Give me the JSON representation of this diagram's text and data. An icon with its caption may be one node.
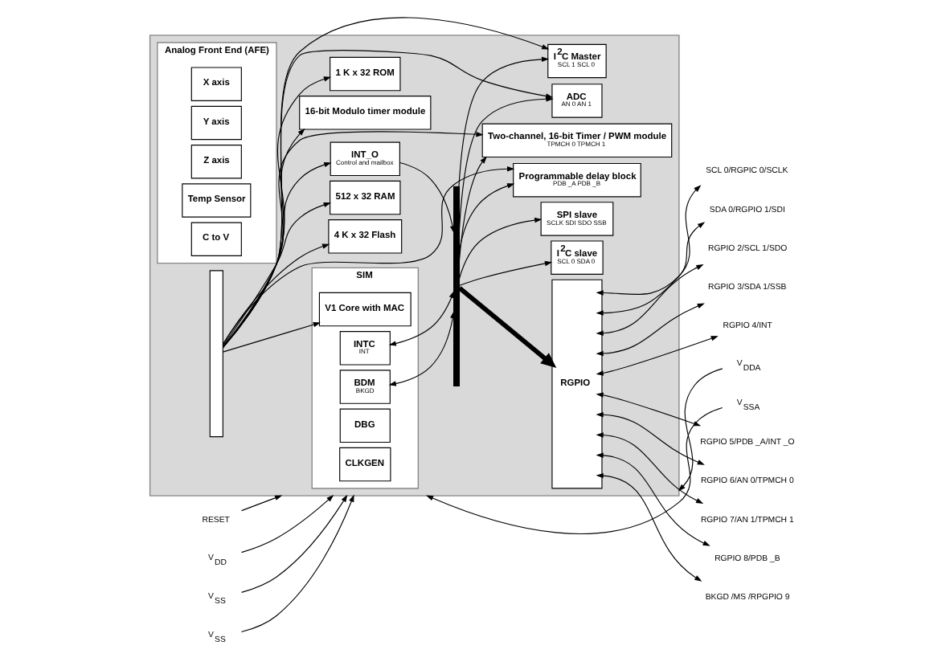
{
  "diagram": {
    "nodes": [
      {
        "text": [],
        "shape": "box"
      },
      {
        "text": [
          "SIM"
        ],
        "in": 0
      },
      {
        "text": [
          "CLKGEN"
        ],
        "in": 1
      },
      {
        "text": [
          "INTC",
          "INT"
        ],
        "in": 1
      },
      {
        "text": [
          "BDM",
          "BKGD"
        ],
        "in": 1
      },
      {
        "text": [
          "DBG"
        ],
        "in": 1
      },
      {
        "text": [
          "V1 Core with MAC"
        ],
        "in": 1
      },
      {
        "text": [
          "1 K x 32 ROM"
        ],
        "in": 0
      },
      {
        "text": [
          "4 K x 32 Flash"
        ],
        "in": 0
      },
      {
        "text": [
          "512 x 32 RAM"
        ],
        "in": 0
      },
      {
        "text": [
          "INT_O",
          "Control and mailbox"
        ],
        "in": 0
      },
      {
        "text": [
          "I$^{2}$C slave",
          "SCL 0 SDA 0"
        ],
        "in": 0
      },
      {
        "text": [
          "SPI slave",
          "SCLK SDI SDO SSB"
        ],
        "in": 0
      },
      {
        "text": [
          "Analog Front End (AFE)"
        ],
        "in": 0
      },
      {
        "text": [
          "X axis"
        ],
        "in": 13
      },
      {
        "text": [
          "Y axis"
        ],
        "in": 13
      },
      {
        "text": [
          "Z axis"
        ],
        "in": 13
      },
      {
        "text": [
          "Temp Sensor"
        ],
        "in": 13
      },
      {
        "text": [
          "C to V"
        ],
        "in": 13
      },
      {
        "text": [
          "ADC",
          "AN 0 AN 1"
        ],
        "in": 0
      },
      {
        "text": [
          "I$^{2}$C Master",
          "SCL 1 SCL 0"
        ],
        "in": 0
      },
      {
        "text": [
          "Programmable delay block",
          "PDB _A PDB _B"
        ],
        "in": 0
      },
      {
        "text": [
          "Two-channel, 16-bit Timer / PWM module",
          "TPMCH 0 TPMCH 1"
        ],
        "in": 0
      },
      {
        "text": [
          "16-bit Modulo timer module"
        ],
        "in": 0
      },
      {
        "text": [
          "RGPIO"
        ],
        "in": 0
      },
      {
        "text": [],
        "shape": "bar",
        "in": 0
      },
      {
        "text": [],
        "shape": "box",
        "in": 0
      },
      {
        "text": [
          "RESET"
        ]
      },
      {
        "text": [
          "V$_{DD}$"
        ]
      },
      {
        "text": [
          "V$_{SS}$"
        ]
      },
      {
        "text": [
          "V$_{SS}$"
        ]
      },
      {
        "text": [
          "V$_{DDA}$"
        ]
      },
      {
        "text": [
          "V$_{SSA}$"
        ]
      },
      {
        "text": [
          "SCL 0/RGPIC 0/SCLK"
        ]
      },
      {
        "text": [
          "SDA 0/RGPIO 1/SDI"
        ]
      },
      {
        "text": [
          "RGPIO 2/SCL 1/SDO"
        ]
      },
      {
        "text": [
          "RGPIO 3/SDA 1/SSB"
        ]
      },
      {
        "text": [
          "RGPIO 4/INT"
        ]
      },
      {
        "text": [
          "RGPIO 5/PDB _A/INT _O"
        ]
      },
      {
        "text": [
          "RGPIO 6/AN 0/TPMCH 0"
        ]
      },
      {
        "text": [
          "RGPIO 7/AN 1/TPMCH 1"
        ]
      },
      {
        "text": [
          "RGPIO 8/PDB _B"
        ]
      },
      {
        "text": [
          "BKGD /MS /RPGPIO 9"
        ]
      }
    ],
    "edges": [
      {
        "from": 27,
        "to": 0,
        "arrow": "to"
      },
      {
        "from": 28,
        "to": 0,
        "arrow": "to"
      },
      {
        "from": 29,
        "to": 0,
        "arrow": "to"
      },
      {
        "from": 30,
        "to": 0,
        "arrow": "to"
      },
      {
        "from": 31,
        "to": 0,
        "arrow": "to"
      },
      {
        "from": 32,
        "to": 0,
        "arrow": "to"
      },
      {
        "from": 3,
        "to": 25,
        "arrow": "both"
      },
      {
        "from": 4,
        "to": 25,
        "arrow": "both"
      },
      {
        "from": 10,
        "to": 25,
        "arrow": "to"
      },
      {
        "from": 25,
        "to": 11,
        "arrow": "to"
      },
      {
        "from": 25,
        "to": 12,
        "arrow": "to"
      },
      {
        "from": 25,
        "to": 19,
        "arrow": "to"
      },
      {
        "from": 25,
        "to": 20,
        "arrow": "to"
      },
      {
        "from": 25,
        "to": 21,
        "arrow": "to"
      },
      {
        "from": 25,
        "to": 22,
        "arrow": "to"
      },
      {
        "from": 25,
        "to": 24,
        "arrow": "to",
        "style": "thick"
      },
      {
        "from": 26,
        "to": 6,
        "arrow": "to"
      },
      {
        "from": 26,
        "to": 7,
        "arrow": "to"
      },
      {
        "from": 26,
        "to": 8,
        "arrow": "to"
      },
      {
        "from": 26,
        "to": 9,
        "arrow": "to"
      },
      {
        "from": 26,
        "to": 10,
        "arrow": "to"
      },
      {
        "from": 26,
        "to": 19,
        "arrow": "to"
      },
      {
        "from": 26,
        "to": 20,
        "arrow": "to"
      },
      {
        "from": 26,
        "to": 21,
        "arrow": "to"
      },
      {
        "from": 26,
        "to": 22,
        "arrow": "to"
      },
      {
        "from": 26,
        "to": 23,
        "arrow": "to"
      },
      {
        "from": 24,
        "to": 33,
        "arrow": "both"
      },
      {
        "from": 24,
        "to": 34,
        "arrow": "both"
      },
      {
        "from": 24,
        "to": 35,
        "arrow": "both"
      },
      {
        "from": 24,
        "to": 36,
        "arrow": "both"
      },
      {
        "from": 24,
        "to": 37,
        "arrow": "both"
      },
      {
        "from": 24,
        "to": 38,
        "arrow": "both"
      },
      {
        "from": 24,
        "to": 39,
        "arrow": "both"
      },
      {
        "from": 24,
        "to": 40,
        "arrow": "both"
      },
      {
        "from": 24,
        "to": 41,
        "arrow": "both"
      },
      {
        "from": 24,
        "to": 42,
        "arrow": "both"
      }
    ]
  }
}
